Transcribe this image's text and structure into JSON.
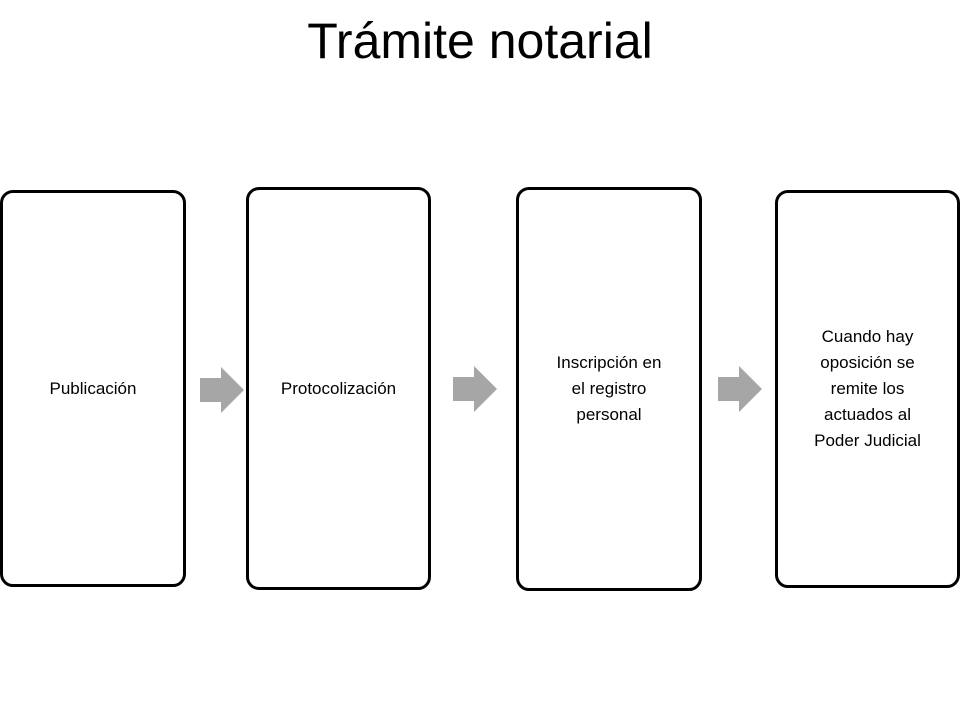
{
  "title": "Trámite notarial",
  "steps": [
    {
      "label": "Publicación"
    },
    {
      "label": "Protocolización"
    },
    {
      "label": "Inscripción  en\nel registro\npersonal"
    },
    {
      "label": " Cuando hay\noposición se\nremite  los\nactuados al\nPoder Judicial"
    }
  ],
  "colors": {
    "box_border": "#000000",
    "arrow": "#a6a6a6"
  },
  "icons": {
    "connector": "right-arrow-icon"
  }
}
